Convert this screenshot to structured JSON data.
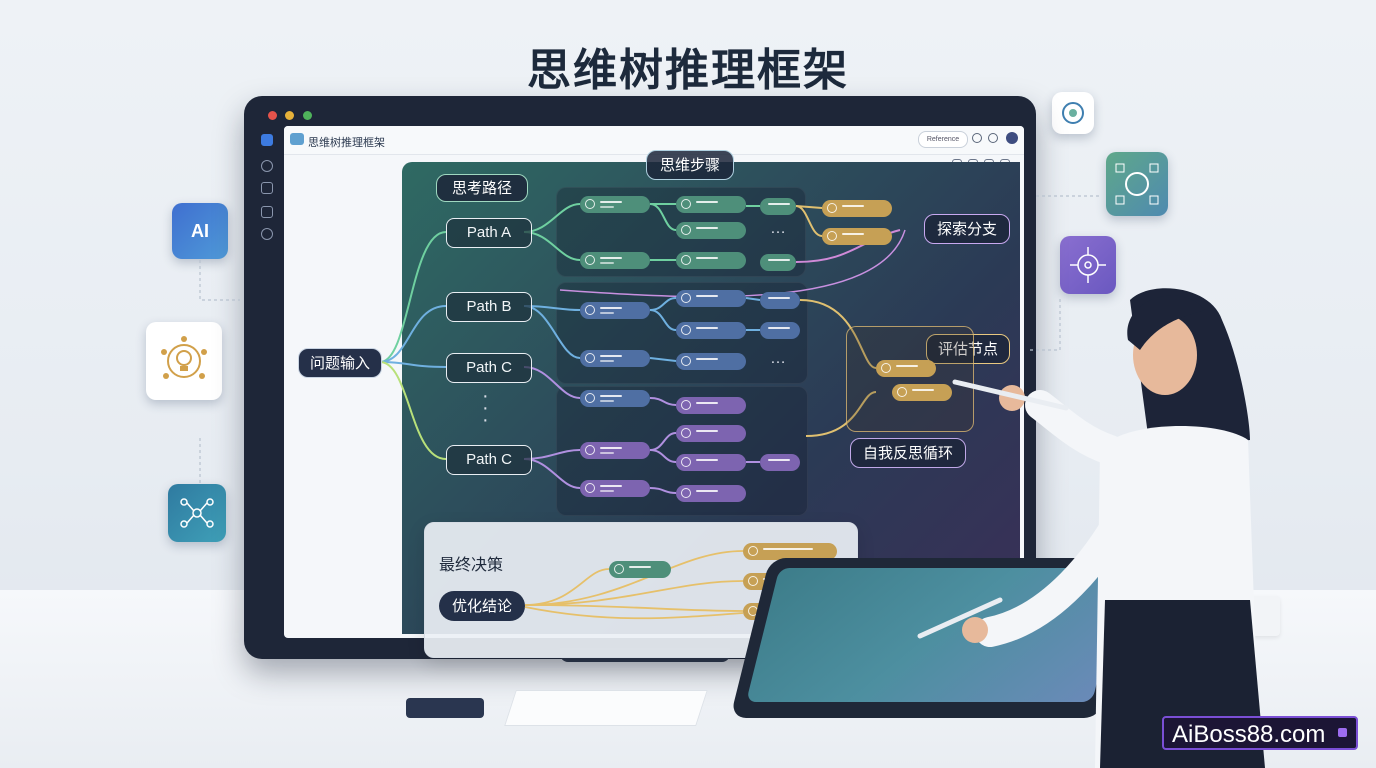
{
  "title": "思维树推理框架",
  "app": {
    "name": "思维树推理框架",
    "search_label": "Reference"
  },
  "diagram": {
    "section_label": "思考路径",
    "steps_label": "思维步骤",
    "input_label": "问题输入",
    "paths": [
      "Path A",
      "Path B",
      "Path C",
      "Path C"
    ],
    "explore_label": "探索分支",
    "evaluate_label": "评估节点",
    "reflect_label": "自我反思循环",
    "ellipsis": "…"
  },
  "final": {
    "title": "最终决策",
    "optimize_label": "优化结论"
  },
  "side_icons": {
    "ai": "AI"
  },
  "watermark": "AiBoss88.com",
  "colors": {
    "green_node": "#4e8f7a",
    "blue_node": "#4f6fa3",
    "purple_node": "#7d64b0",
    "gold_node": "#c6a055"
  }
}
